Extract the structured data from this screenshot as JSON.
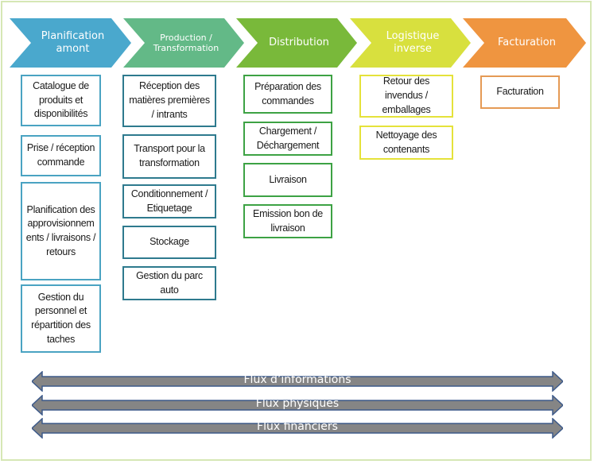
{
  "stages": [
    {
      "label": "Planification\namont",
      "color": "#4aa8cd",
      "tasks": [
        "Catalogue de produits et disponibilités",
        "Prise / réception commande",
        "Planification des approvisionnem ents / livraisons / retours",
        "Gestion du personnel et répartition des taches"
      ]
    },
    {
      "label": "Production /\nTransformation",
      "color": "#63b987",
      "tasks": [
        "Réception des matières premières / intrants",
        "Transport pour la transformation",
        "Conditionnement / Etiquetage",
        "Stockage",
        "Gestion du parc auto"
      ]
    },
    {
      "label": "Distribution",
      "color": "#79b93a",
      "tasks": [
        "Préparation des commandes",
        "Chargement / Déchargement",
        "Livraison",
        "Emission bon de livraison"
      ]
    },
    {
      "label": "Logistique\ninverse",
      "color": "#d8e03e",
      "tasks": [
        "Retour des invendus / emballages",
        "Nettoyage des contenants"
      ]
    },
    {
      "label": "Facturation",
      "color": "#ef9540",
      "tasks": [
        "Facturation"
      ]
    }
  ],
  "flows": [
    {
      "label": "Flux d’informations"
    },
    {
      "label": "Flux physiques"
    },
    {
      "label": "Flux financiers"
    }
  ],
  "colors": {
    "arrow_fill": "#858585",
    "arrow_stroke": "#3d5a8a",
    "frame": "#d6e7b5"
  }
}
